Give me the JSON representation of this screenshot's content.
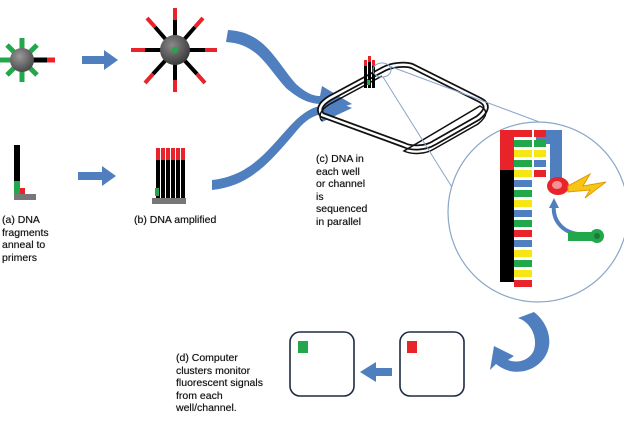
{
  "captions": {
    "a": [
      "(a) DNA",
      "fragments",
      "anneal to",
      "primers"
    ],
    "b": [
      "(b) DNA amplified"
    ],
    "c": [
      "(c) DNA in",
      "each well",
      "or channel",
      "is",
      "sequenced",
      "in parallel"
    ],
    "d": [
      "(d) Computer",
      "clusters monitor",
      "fluorescent signals",
      "from each",
      "well/channel."
    ]
  },
  "colors": {
    "arrow_blue": "#4f7fbf",
    "strand_black": "#000000",
    "tip_red": "#e8232a",
    "base_green": "#22a84a",
    "base_yellow": "#f5e614",
    "base_blue": "#4f7fbf",
    "bead_grey": "#6f6f6f"
  },
  "icons": [
    "bead-with-primers",
    "amplified-bead",
    "primer-on-surface",
    "amplified-cluster",
    "flow-cell-chip",
    "magnified-sequencing-view",
    "fluorescent-signal-box-red",
    "fluorescent-signal-box-green"
  ]
}
